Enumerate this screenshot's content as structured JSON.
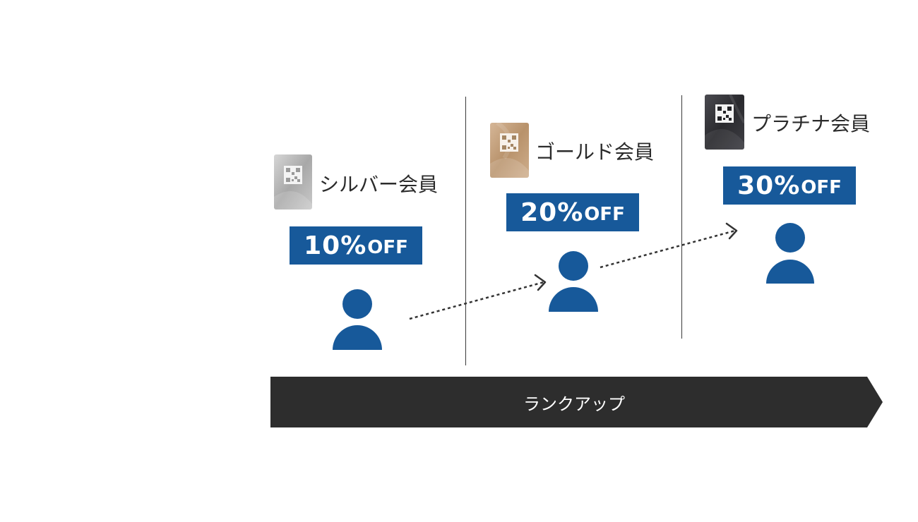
{
  "tiers": [
    {
      "name": "シルバー会員",
      "discount": "10%",
      "off": "OFF",
      "card": "silver-card-icon"
    },
    {
      "name": "ゴールド会員",
      "discount": "20%",
      "off": "OFF",
      "card": "gold-card-icon"
    },
    {
      "name": "プラチナ会員",
      "discount": "30%",
      "off": "OFF",
      "card": "platinum-card-icon"
    }
  ],
  "rank_up": {
    "label": "ランクアップ"
  },
  "colors": {
    "badge": "#17599a",
    "person": "#17599a",
    "bar": "#2d2d2d",
    "silver": "#b9b9b9",
    "gold": "#c4a17e",
    "platinum": "#343438"
  }
}
